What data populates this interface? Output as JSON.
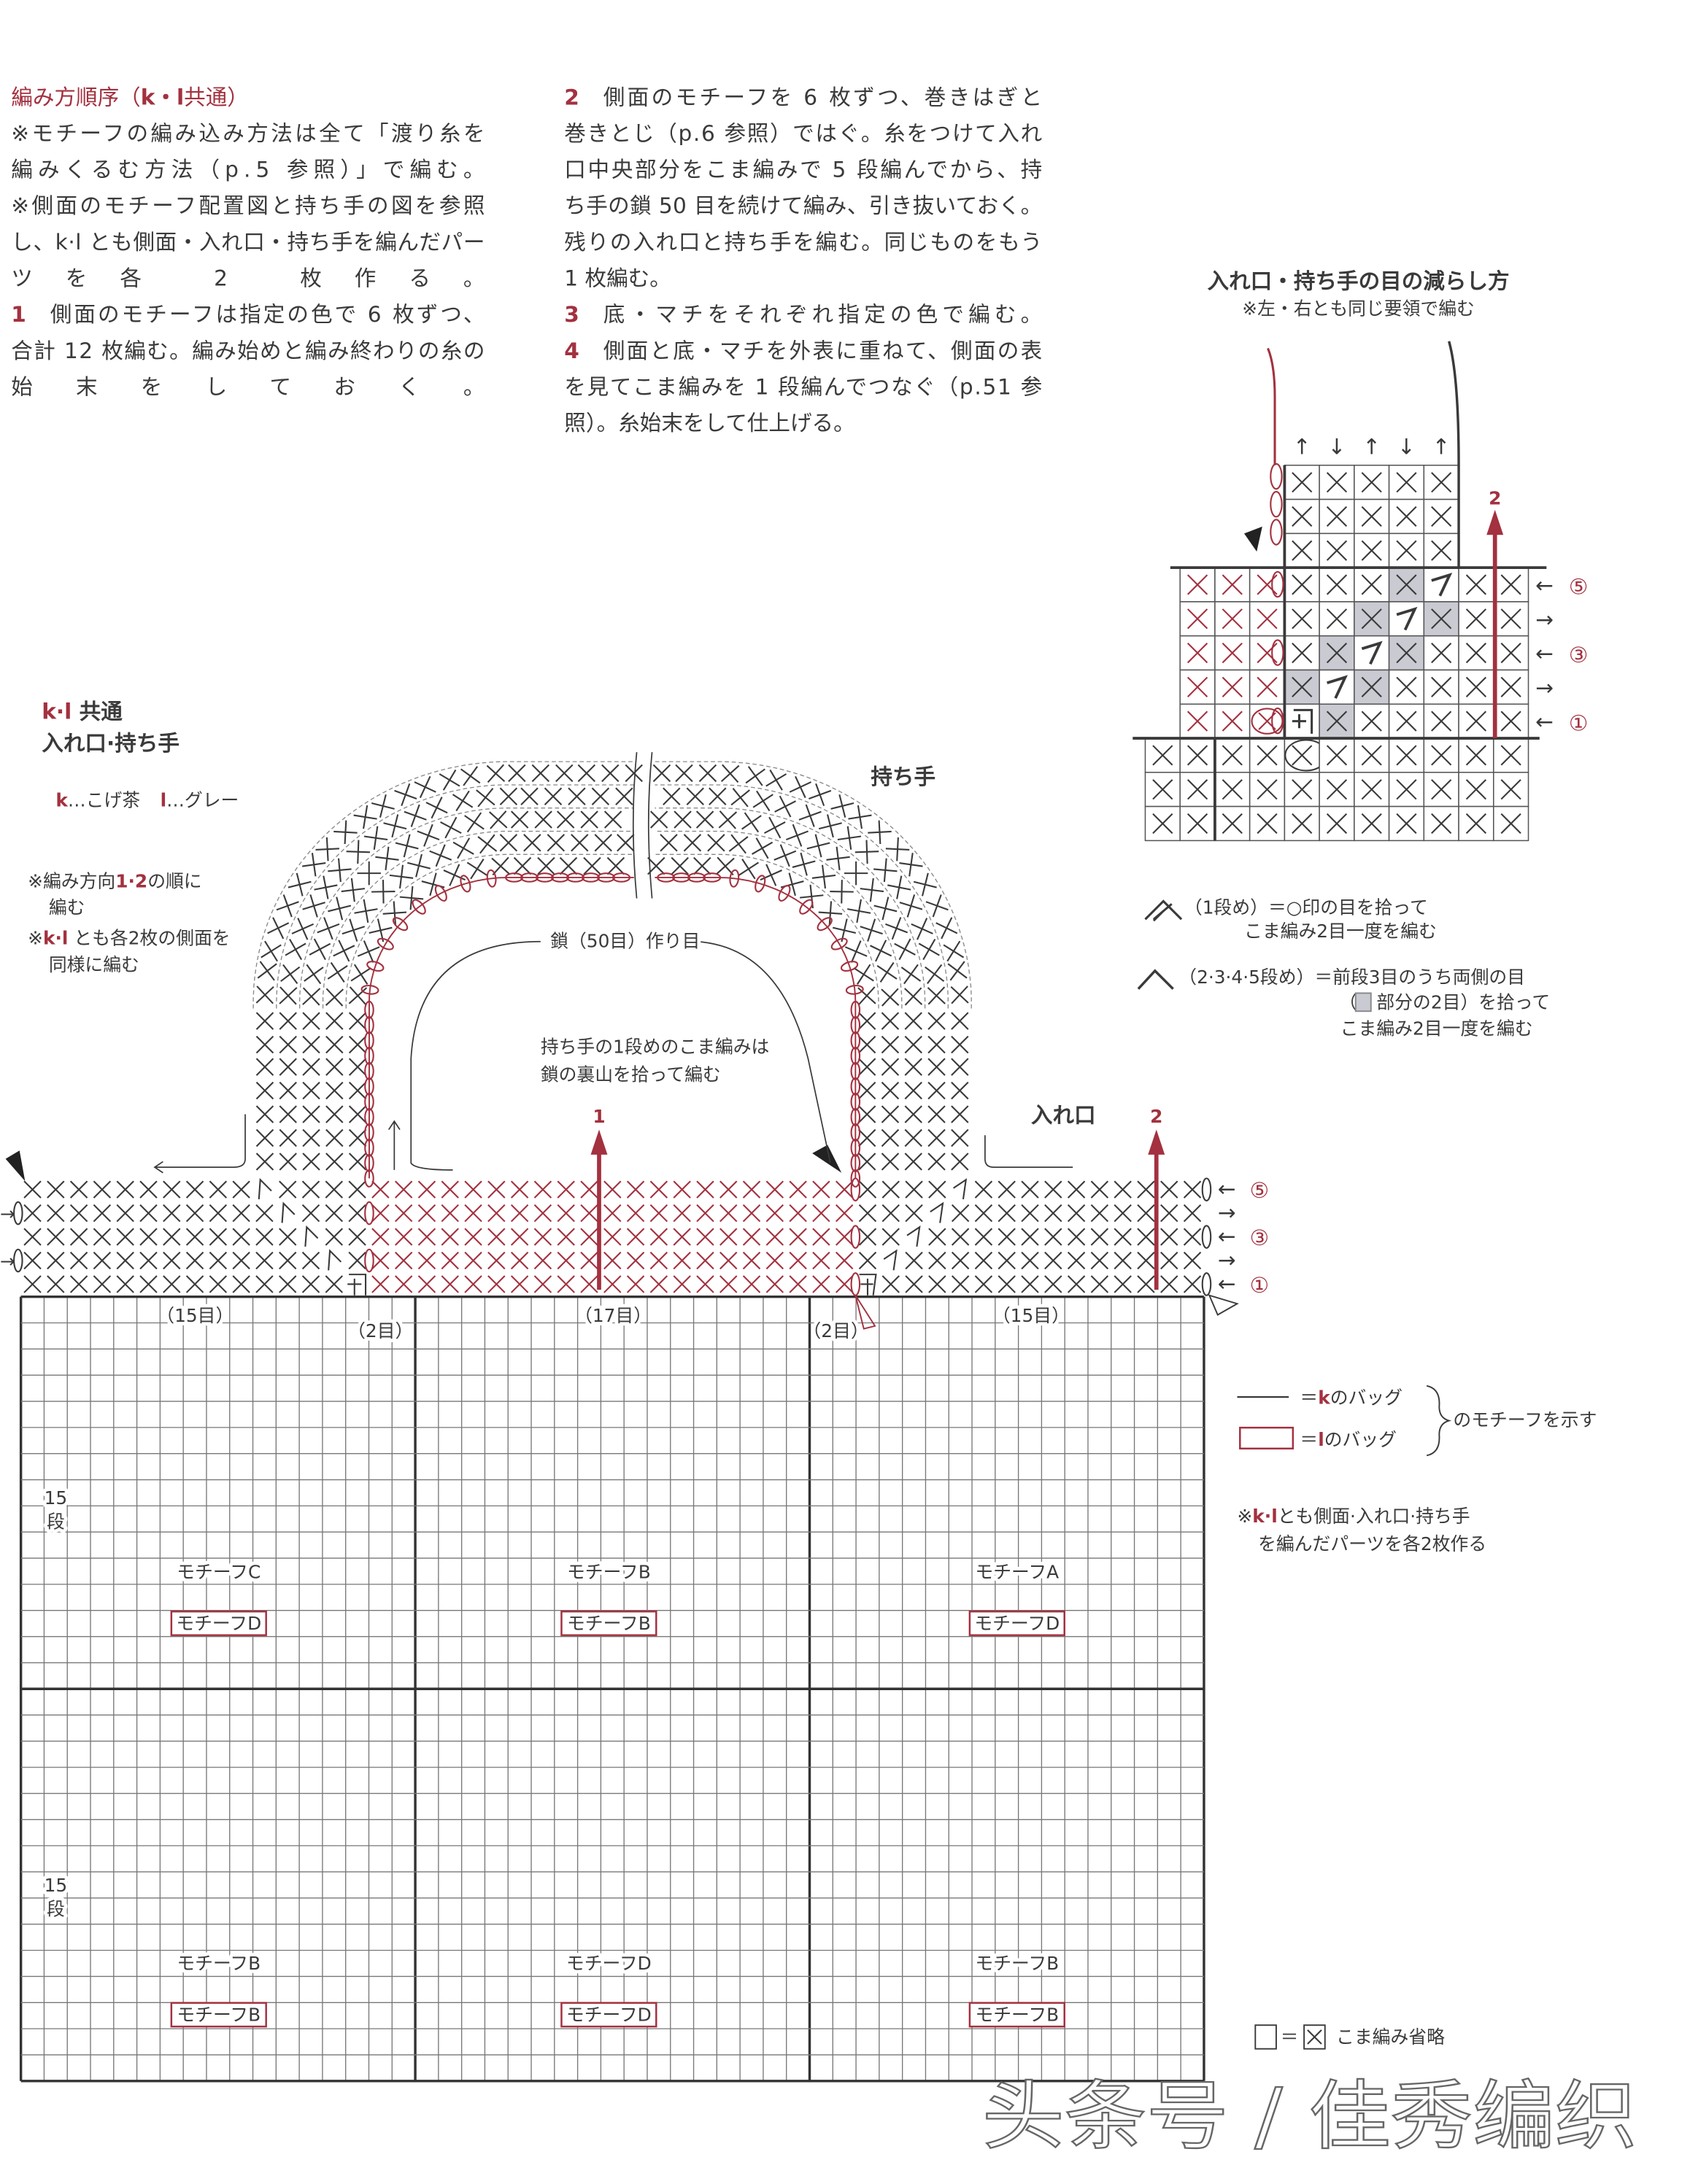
{
  "instructions_left": {
    "title_a": "編み方順序（",
    "title_kl": "k・l",
    "title_b": "共通）",
    "lines": [
      "※モチーフの編み込み方法は全て「渡り糸を",
      "編みくるむ方法（p.5 参照）」で編む。",
      "※側面のモチーフ配置図と持ち手の図を参照",
      "し、k·l とも側面・入れ口・持ち手を編んだパー",
      "ツを各 2 枚作る。"
    ],
    "step1_num": "1",
    "step1_lines": [
      "側面のモチーフは指定の色で 6 枚ずつ、",
      "合計 12 枚編む。編み始めと編み終わりの糸の",
      "始末をしておく。"
    ]
  },
  "instructions_right": {
    "step2_num": "2",
    "step2_lines": [
      "側面のモチーフを 6 枚ずつ、巻きはぎと",
      "巻きとじ（p.6 参照）ではぐ。糸をつけて入れ",
      "口中央部分をこま編みで 5 段編んでから、持",
      "ち手の鎖 50 目を続けて編み、引き抜いておく。",
      "残りの入れ口と持ち手を編む。同じものをもう",
      "1 枚編む。"
    ],
    "step3_num": "3",
    "step3_lines": [
      "底・マチをそれぞれ指定の色で編む。"
    ],
    "step4_num": "4",
    "step4_lines": [
      "側面と底・マチを外表に重ねて、側面の表",
      "を見てこま編みを 1 段編んでつなぐ（p.51 参",
      "照）。糸始末をして仕上げる。"
    ]
  },
  "decrease_chart": {
    "title": "入れ口・持ち手の目の減らし方",
    "subtitle": "※左・右とも同じ要領で編む",
    "direction_label": "2",
    "row_labels": [
      "⑤",
      "③",
      "①"
    ],
    "legend1_a": "（1段め）＝○印の目を拾って",
    "legend1_b": "こま編み2目一度を編む",
    "legend2_a": "（2·3·4·5段め）＝前段3目のうち両側の目",
    "legend2_b_pre": "（",
    "legend2_b_post": "部分の2目）を拾って",
    "legend2_c": "こま編み2目一度を編む",
    "shade_color": "#c9cad2"
  },
  "main_chart": {
    "heading_kl": "k·l",
    "heading_common": " 共通",
    "heading_title": "入れ口·持ち手",
    "color_k": "k",
    "color_k_name": "…こげ茶",
    "color_l": "l",
    "color_l_name": "…グレー",
    "note1_a": "※編み方向",
    "note1_nums": "1·2",
    "note1_b": "の順に",
    "note1_c": "編む",
    "note2_pre": "※",
    "note2_kl": "k·l",
    "note2_a": " とも各2枚の側面を",
    "note2_b": "同様に編む",
    "handle_label": "持ち手",
    "chain_label": "鎖（50目）作り目",
    "handle_note_a": "持ち手の1段めのこま編みは",
    "handle_note_b": "鎖の裏山を拾って編む",
    "opening_label": "入れ口",
    "arrow1": "1",
    "arrow2": "2",
    "row_labels": [
      "⑤",
      "③",
      "①"
    ],
    "widths": [
      "（15目）",
      "（2目）",
      "（17目）",
      "（2目）",
      "（15目）"
    ],
    "rows_label_num": "15",
    "rows_label_unit": "段",
    "motifs_top": [
      "モチーフC",
      "モチーフB",
      "モチーフA"
    ],
    "motifs_top_boxed": [
      "モチーフD",
      "モチーフB",
      "モチーフD"
    ],
    "motifs_bottom": [
      "モチーフB",
      "モチーフD",
      "モチーフB"
    ],
    "motifs_bottom_boxed": [
      "モチーフB",
      "モチーフD",
      "モチーフB"
    ]
  },
  "legend": {
    "k_eq": "＝",
    "k": "k",
    "k_text": "のバッグ",
    "l_eq": "＝",
    "l": "l",
    "l_text": "のバッグ",
    "brace_text": "のモチーフを示す",
    "note_pre": "※",
    "note_kl": "k·l",
    "note_a": "とも側面·入れ口·持ち手",
    "note_b": "を編んだパーツを各2枚作る",
    "omit_eq": "＝",
    "omit_text": "こま編み省略"
  },
  "watermark": "头条号 / 佳秀编织",
  "colors": {
    "accent_red": "#a3313f",
    "ink": "#3a3a3a",
    "grid": "#555555"
  }
}
